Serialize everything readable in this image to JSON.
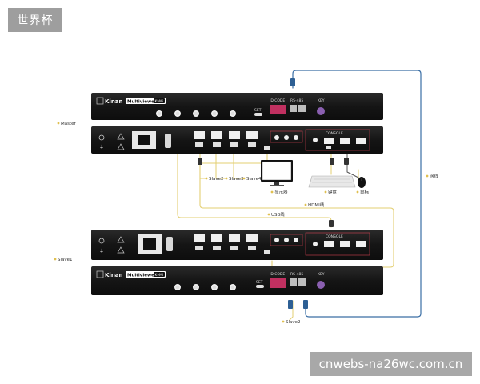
{
  "watermark_top": "世界杯",
  "watermark_bottom": "cnwebs-na26wc.com.cn",
  "device": {
    "brand": "Kinan",
    "model": "Multiviewer",
    "badge": "KvMi",
    "set": "SET",
    "id_code": "ID CODE",
    "rs485": "RS-485",
    "key": "KEY",
    "console": "CONSOLE"
  },
  "labels": {
    "master": "Master",
    "slave1": "Slave1",
    "slave2_top": "Slave2",
    "slave3": "Slave3",
    "slave4": "Slave4",
    "monitor": "显示器",
    "keyboard": "键盘",
    "mouse": "鼠标",
    "hdmi_cable": "HDMI线",
    "usb_cable": "USB线",
    "network_cable": "网线",
    "slave2_bottom": "Slave2"
  },
  "colors": {
    "device_body": "#1c1c1c",
    "cable_yellow": "#e3cf72",
    "cable_blue": "#3a6ea5",
    "dot": "#e0c050",
    "id_code_red": "#c03060",
    "key_purple": "#8a5fb0"
  }
}
